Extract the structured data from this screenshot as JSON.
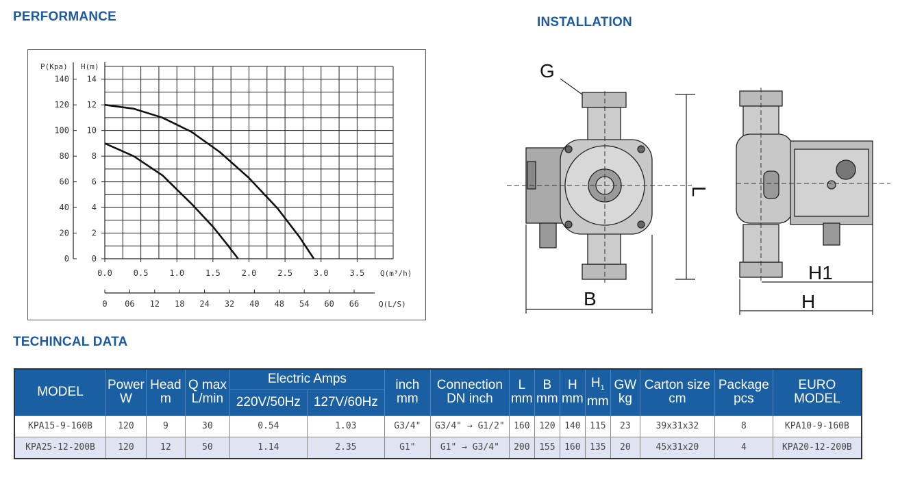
{
  "sections": {
    "performance": "PERFORMANCE",
    "installation": "INSTALLATION",
    "technical": "TECHINCAL DATA"
  },
  "colors": {
    "accent": "#1e5a9e",
    "header_bg": "#1b5fa3",
    "row_alt": "#dfe3f2"
  },
  "chart_data": {
    "type": "line",
    "y_labels": {
      "left": "P(Kpa)",
      "right": "H(m)"
    },
    "x_label": "Q(m³/h)",
    "x2_label": "Q(L/S)",
    "y_kpa_ticks": [
      "0",
      "20",
      "40",
      "60",
      "80",
      "100",
      "120",
      "140"
    ],
    "y_m_ticks": [
      "0",
      "2",
      "4",
      "6",
      "8",
      "10",
      "12",
      "14"
    ],
    "x_ticks": [
      "0.0",
      "0.5",
      "1.0",
      "1.5",
      "2.0",
      "2.5",
      "3.0",
      "3.5"
    ],
    "x2_ticks": [
      "0",
      "06",
      "12",
      "18",
      "24",
      "32",
      "40",
      "48",
      "54",
      "60",
      "66"
    ],
    "xlim": [
      0,
      4.0
    ],
    "ylim": [
      0,
      15
    ],
    "grid": true,
    "series": [
      {
        "x": [
          0,
          0.4,
          0.8,
          1.2,
          1.5,
          1.7,
          1.85
        ],
        "y": [
          9,
          8.0,
          6.5,
          4.3,
          2.5,
          1.1,
          0
        ]
      },
      {
        "x": [
          0,
          0.4,
          0.8,
          1.2,
          1.6,
          2.0,
          2.4,
          2.7,
          2.9
        ],
        "y": [
          12,
          11.7,
          11.0,
          9.9,
          8.3,
          6.3,
          3.9,
          1.7,
          0
        ]
      }
    ]
  },
  "installation": {
    "labels": {
      "g": "G",
      "l": "L",
      "b": "B",
      "h1": "H1",
      "h": "H"
    }
  },
  "table": {
    "headers": {
      "model": "MODEL",
      "power": "Power",
      "power_unit": "W",
      "head": "Head",
      "head_unit": "m",
      "qmax": "Q max",
      "qmax_unit": "L/min",
      "amps": "Electric Amps",
      "amps_220": "220V/50Hz",
      "amps_127": "127V/60Hz",
      "inch": "inch",
      "inch_unit": "mm",
      "conn": "Connection",
      "conn_unit": "DN inch",
      "l": "L",
      "l_unit": "mm",
      "b": "B",
      "b_unit": "mm",
      "h": "H",
      "h_unit": "mm",
      "h1": "H",
      "h1_sub": "1",
      "h1_unit": "mm",
      "gw": "GW",
      "gw_unit": "kg",
      "carton": "Carton size",
      "carton_unit": "cm",
      "pkg": "Package",
      "pkg_unit": "pcs",
      "euro": "EURO",
      "euro_unit": "MODEL"
    },
    "rows": [
      {
        "model": "KPA15-9-160B",
        "power": "120",
        "head": "9",
        "qmax": "30",
        "a220": "0.54",
        "a127": "1.03",
        "inch": "G3/4\"",
        "conn": "G3/4\" → G1/2\"",
        "l": "160",
        "b": "120",
        "h": "140",
        "h1": "115",
        "gw": "23",
        "carton": "39x31x32",
        "pkg": "8",
        "euro": "KPA10-9-160B"
      },
      {
        "model": "KPA25-12-200B",
        "power": "120",
        "head": "12",
        "qmax": "50",
        "a220": "1.14",
        "a127": "2.35",
        "inch": "G1\"",
        "conn": "G1\" → G3/4\"",
        "l": "200",
        "b": "155",
        "h": "160",
        "h1": "135",
        "gw": "20",
        "carton": "45x31x20",
        "pkg": "4",
        "euro": "KPA20-12-200B"
      }
    ]
  }
}
